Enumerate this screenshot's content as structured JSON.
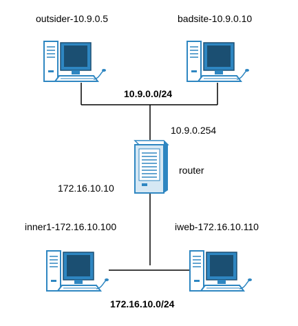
{
  "diagram": {
    "top_hosts": [
      {
        "label": "outsider-10.9.0.5"
      },
      {
        "label": "badsite-10.9.0.10"
      }
    ],
    "top_network": {
      "label": "10.9.0.0/24"
    },
    "router": {
      "label": "router",
      "outer_ip": "10.9.0.254",
      "inner_ip": "172.16.10.10"
    },
    "bottom_hosts": [
      {
        "label": "inner1-172.16.10.100"
      },
      {
        "label": "iweb-172.16.10.110"
      }
    ],
    "bottom_network": {
      "label": "172.16.10.0/24"
    },
    "colors": {
      "monitor_bezel": "#2e86c1",
      "monitor_screen": "#1b4f72",
      "cable": "#2e86c1",
      "lines": "#000000",
      "router_body": "#d6e8f4"
    }
  }
}
